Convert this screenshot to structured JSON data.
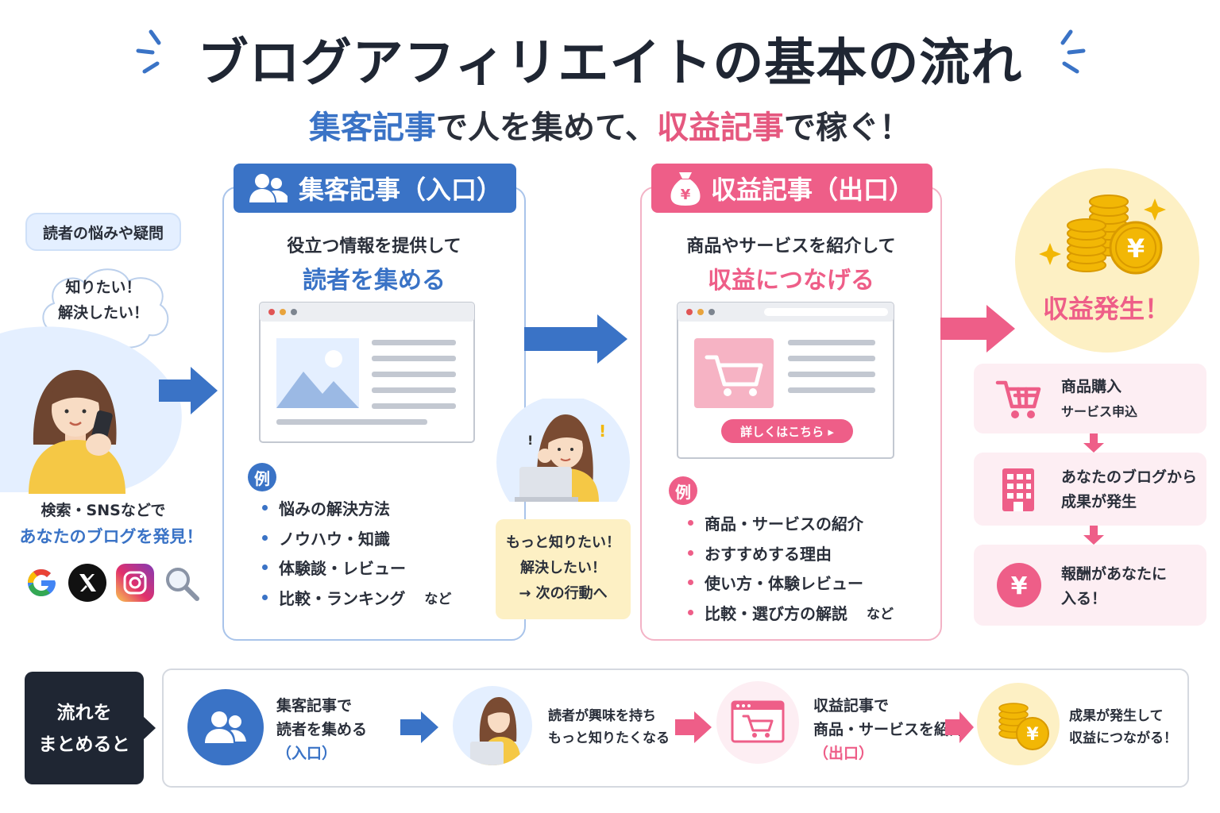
{
  "header": {
    "title": "ブログアフィリエイトの基本の流れ",
    "subtitle_blue": "集客記事",
    "subtitle_mid": "で人を集めて、",
    "subtitle_pink": "収益記事",
    "subtitle_end": "で稼ぐ！"
  },
  "reader": {
    "pill": "読者の悩みや疑問",
    "thought_line1": "知りたい！",
    "thought_line2": "解決したい！",
    "discover_line1": "検索・SNSなどで",
    "discover_line2": "あなたのブログを発見！",
    "platform_icons": [
      "google-icon",
      "x-icon",
      "instagram-icon",
      "search-icon"
    ]
  },
  "attract": {
    "tab_label": "集客記事（入口）",
    "line1": "役立つ情報を提供して",
    "line2": "読者を集める",
    "example_badge": "例",
    "examples": [
      "悩みの解決方法",
      "ノウハウ・知識",
      "体験談・レビュー",
      "比較・ランキング"
    ],
    "examples_suffix": "など"
  },
  "note": {
    "line1": "もっと知りたい！",
    "line2": "解決したい！",
    "line3": "→ 次の行動へ"
  },
  "monetize": {
    "tab_label": "収益記事（出口）",
    "line1": "商品やサービスを紹介して",
    "line2": "収益につなげる",
    "cta_button": "詳しくはこちら ▸",
    "example_badge": "例",
    "examples": [
      "商品・サービスの紹介",
      "おすすめする理由",
      "使い方・体験レビュー",
      "比較・選び方の解説"
    ],
    "examples_suffix": "など"
  },
  "revenue": {
    "label": "収益発生！",
    "yen_symbol": "¥",
    "steps": [
      {
        "line1": "商品購入",
        "line2": "サービス申込"
      },
      {
        "line1": "あなたのブログから",
        "line2": "成果が発生"
      },
      {
        "line1": "報酬があなたに",
        "line2": "入る！"
      }
    ]
  },
  "summary": {
    "label_line1": "流れを",
    "label_line2": "まとめると",
    "items": [
      {
        "line1": "集客記事で",
        "line2": "読者を集める",
        "line3": "（入口）"
      },
      {
        "line1": "読者が興味を持ち",
        "line2": "もっと知りたくなる",
        "line3": ""
      },
      {
        "line1": "収益記事で",
        "line2": "商品・サービスを紹介",
        "line3": "（出口）"
      },
      {
        "line1": "成果が発生して",
        "line2": "収益につながる！",
        "line3": ""
      }
    ]
  },
  "colors": {
    "blue": "#3a73c6",
    "pink": "#ee5e88",
    "dark": "#1f2633",
    "yellow": "#fdf0c4",
    "gold": "#f2b705"
  }
}
